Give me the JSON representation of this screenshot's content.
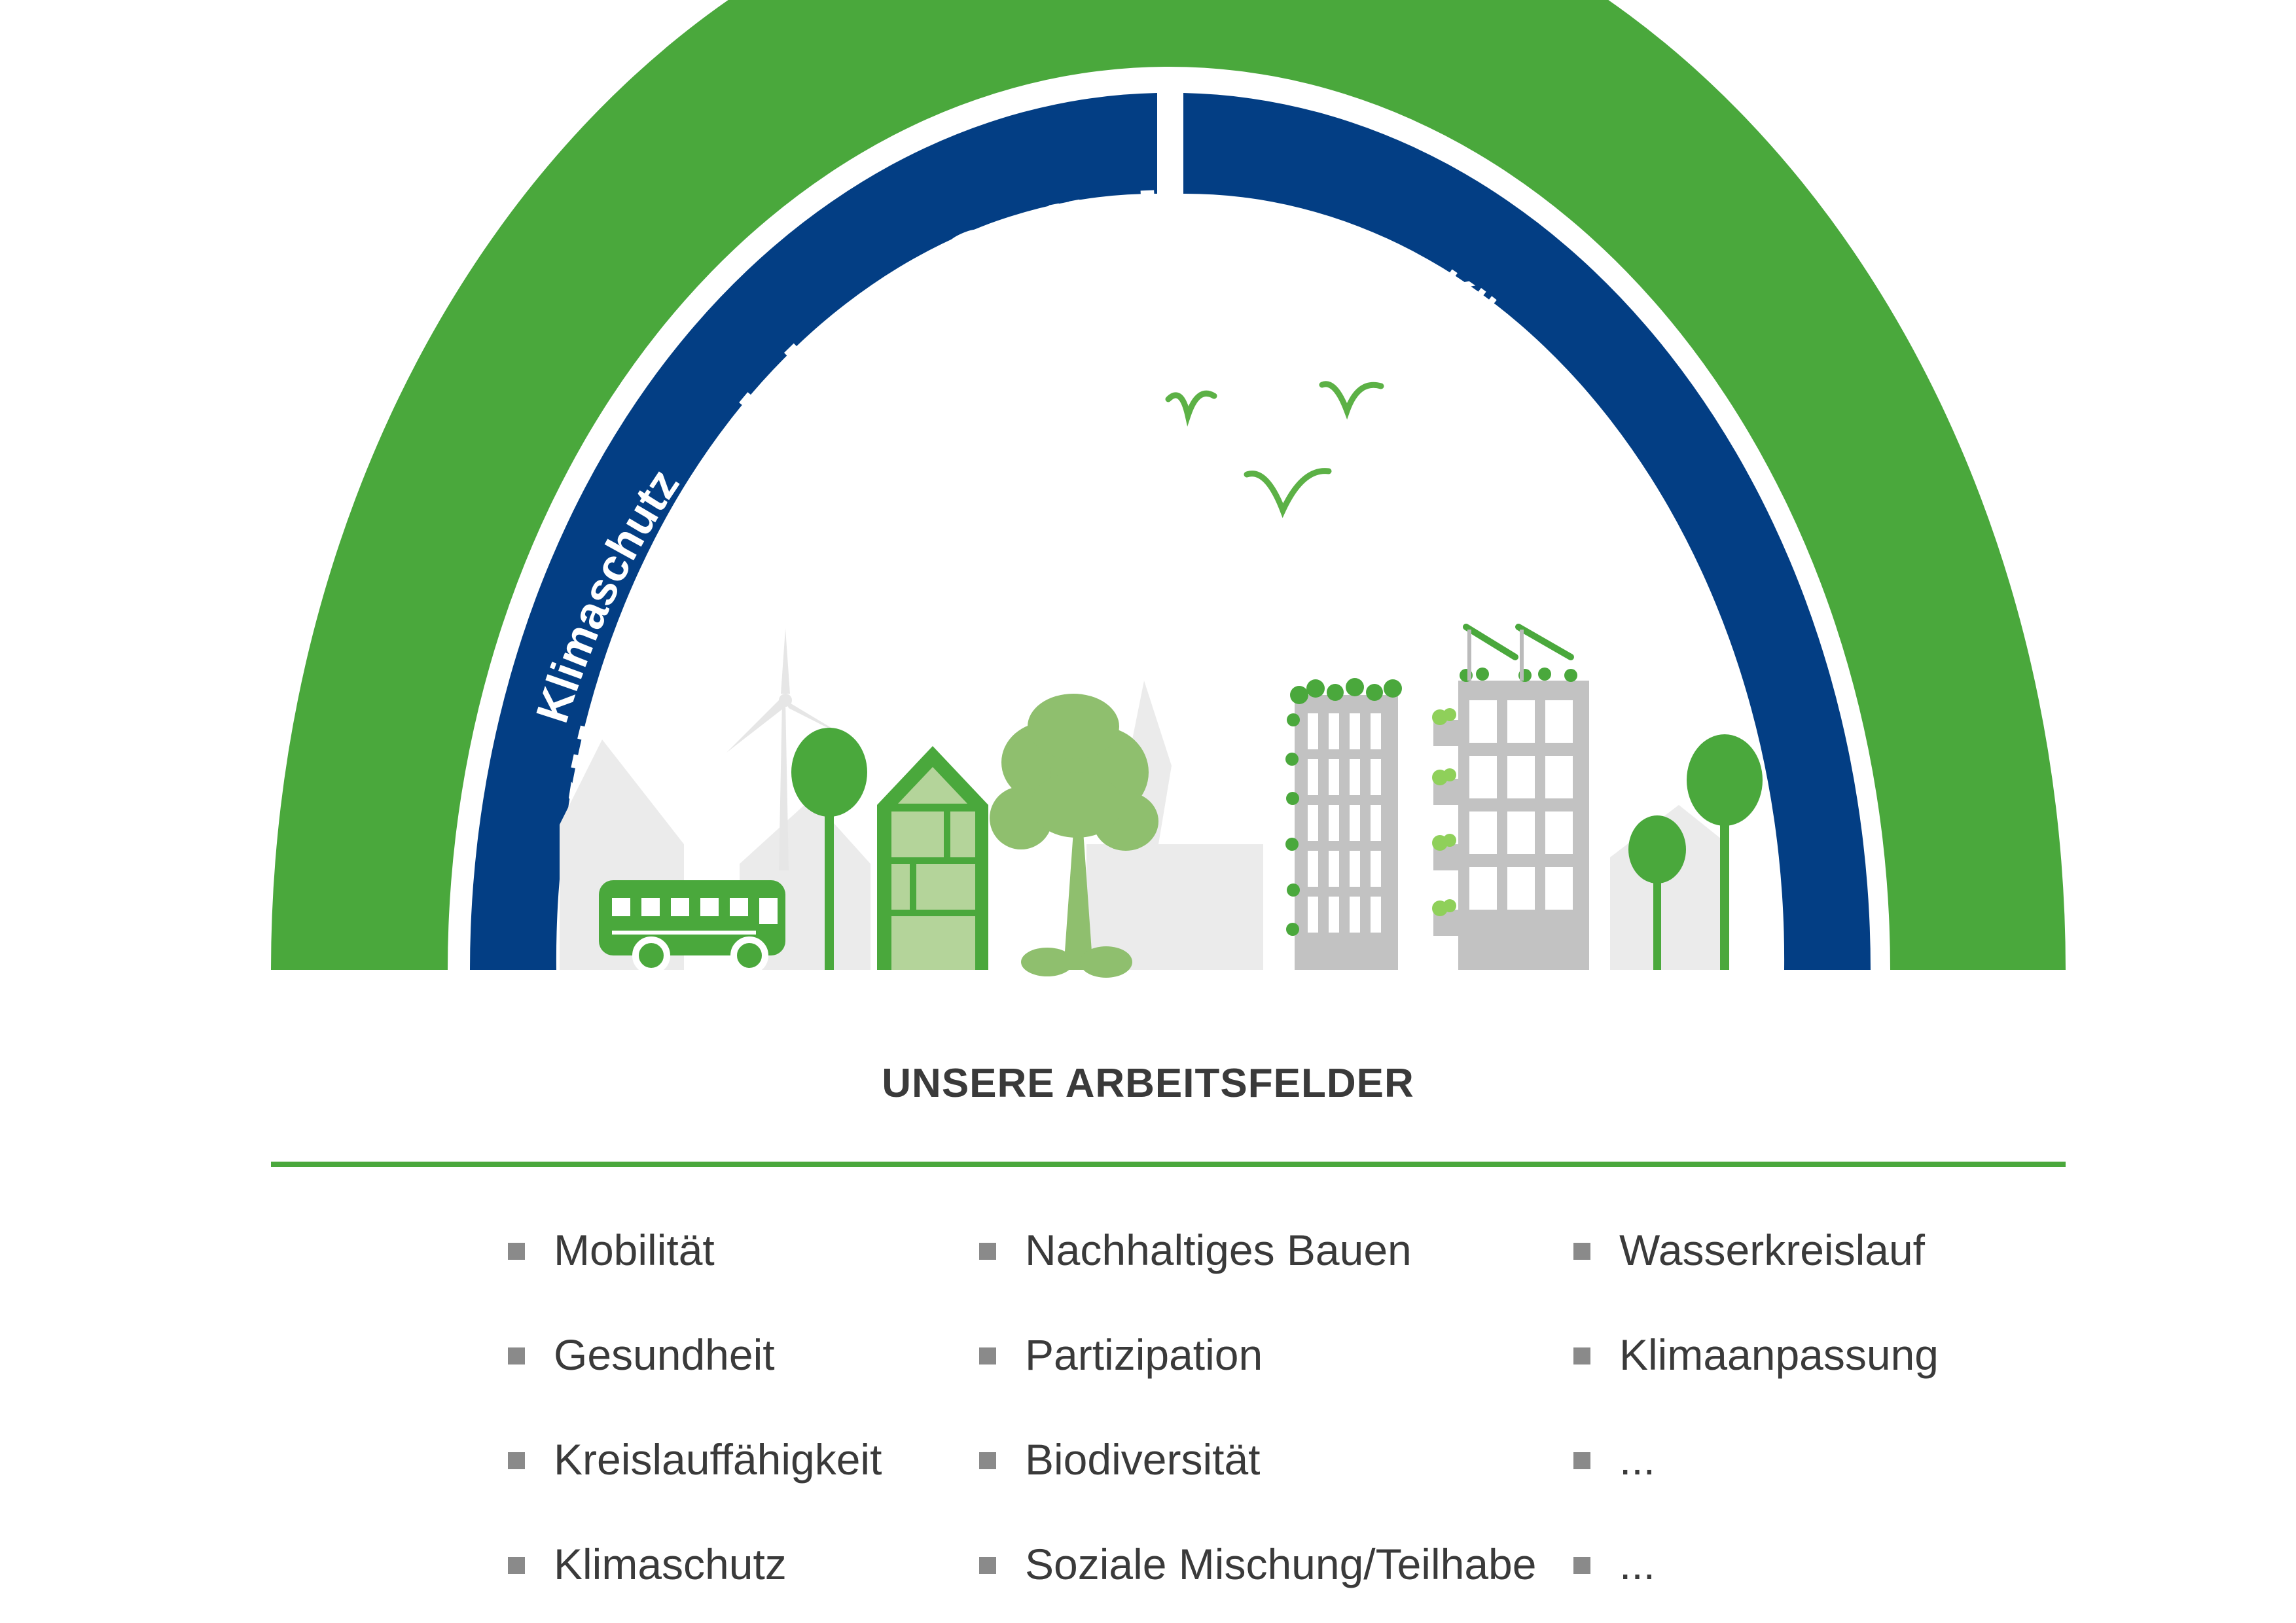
{
  "arch": {
    "outer_title": "Klimapositive Städte und Gemeinden",
    "left_label": "Klimaschutz",
    "right_label": "Klimaanpassung"
  },
  "heading": "UNSERE ARBEITSFELDER",
  "columns": [
    [
      "Mobilität",
      "Gesundheit",
      "Kreislauffähigkeit",
      "Klimaschutz"
    ],
    [
      "Nachhaltiges Bauen",
      "Partizipation",
      "Biodiversität",
      "Soziale Mischung/Teilhabe"
    ],
    [
      "Wasserkreislauf",
      "Klimaanpassung",
      "...",
      "..."
    ]
  ],
  "colors": {
    "outer_arch": "#4aa83c",
    "inner_arch": "#033e84",
    "light_green": "#8fbf6e",
    "pale_green": "#b4d49a",
    "grey_building": "#c2c2c2",
    "silhouette": "#ebebeb"
  }
}
